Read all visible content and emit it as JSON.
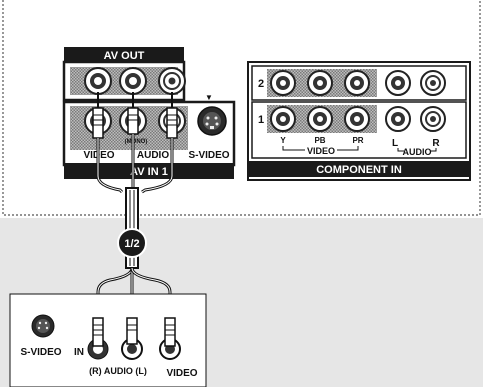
{
  "tv_panel": {
    "av_out_label": "AV OUT",
    "av_in_label": "AV IN 1",
    "video_label": "VIDEO",
    "mono_label": "(MONO)",
    "audio_label": "AUDIO",
    "svideo_label": "S-VIDEO",
    "svideo_marker": "▼"
  },
  "component_panel": {
    "row_labels": [
      "2",
      "1"
    ],
    "y_label": "Y",
    "pb_label": "PB",
    "pr_label": "PR",
    "video_label": "VIDEO",
    "audio_l_label": "L",
    "audio_r_label": "R",
    "audio_label": "AUDIO",
    "footer_label": "COMPONENT IN"
  },
  "cable": {
    "badge_label": "1/2"
  },
  "device": {
    "svideo_label": "S-VIDEO",
    "in_label": "IN",
    "audio_label": "(R) AUDIO (L)",
    "video_label": "VIDEO"
  },
  "colors": {
    "dots": "#555555",
    "background_lower": "#e6e6e6",
    "panel_fill": "#ffffff",
    "bar_fill": "#1a1a1a",
    "hatch": "#8a8a8a"
  }
}
